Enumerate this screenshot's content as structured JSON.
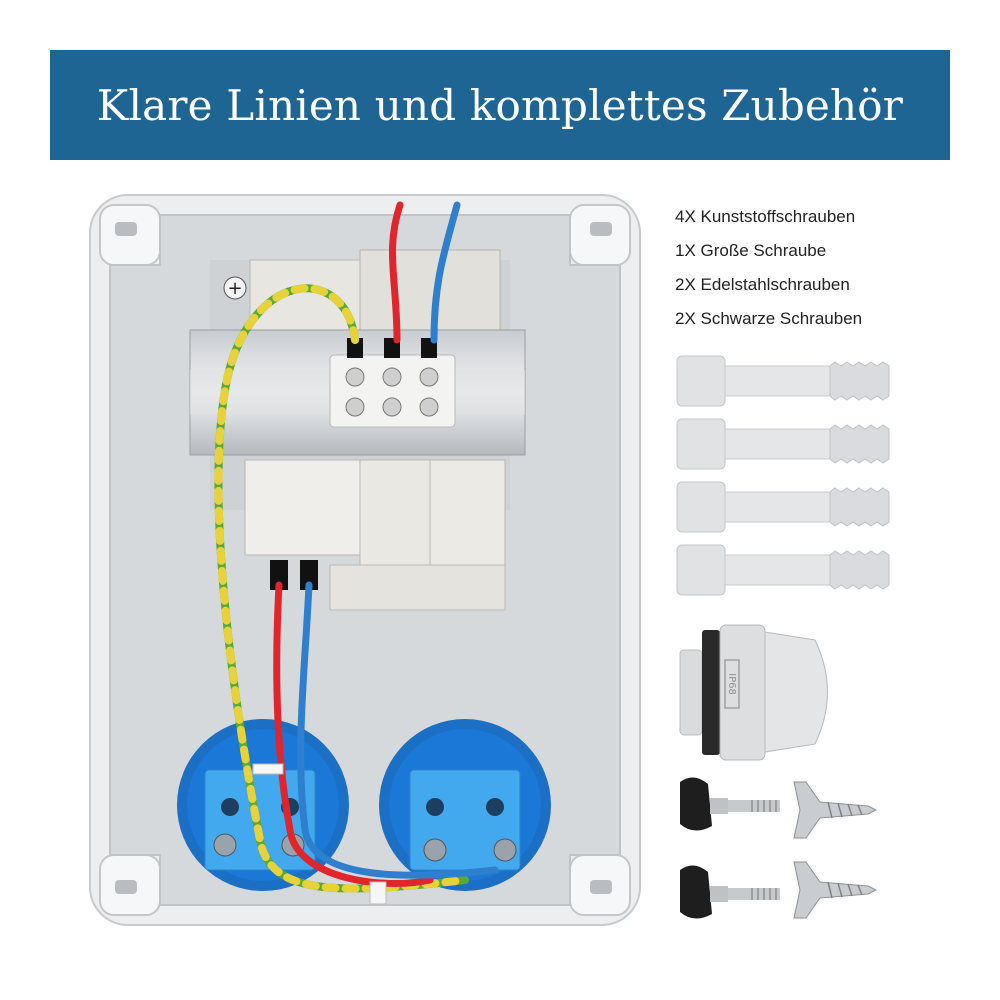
{
  "header": {
    "title": "Klare Linien und komplettes Zubehör"
  },
  "accessories": [
    {
      "label": "4X Kunststoffschrauben"
    },
    {
      "label": "1X Große Schraube"
    },
    {
      "label": "2X Edelstahlschrauben"
    },
    {
      "label": "2X Schwarze Schrauben"
    }
  ],
  "cable_gland_marking": "IP68",
  "colors": {
    "banner": "#1e6594",
    "enclosure": "#e6e8ea",
    "socket_blue": "#1b78d6",
    "terminal_blue": "#42a9ee",
    "wire_red": "#e0262c",
    "wire_blue": "#2f7fcf",
    "wire_earth_green": "#5aa838",
    "wire_earth_yellow": "#e8d23a"
  }
}
